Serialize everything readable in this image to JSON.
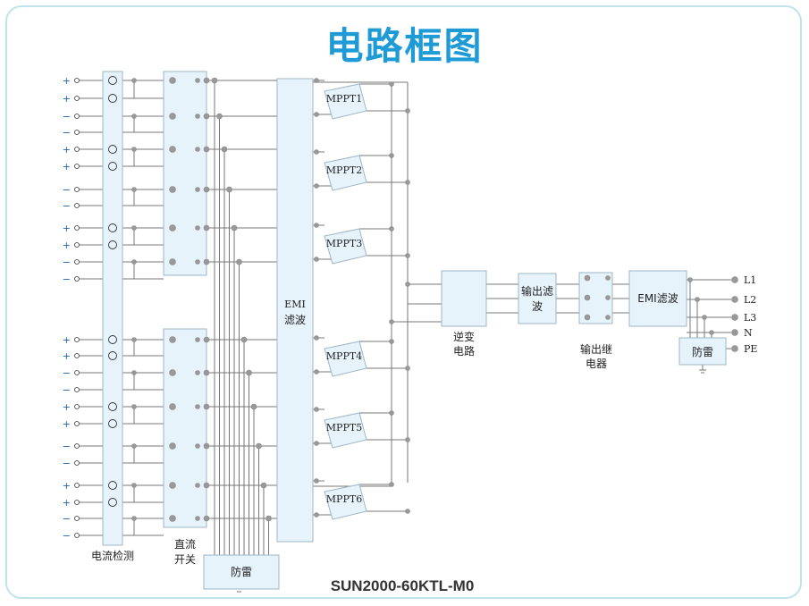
{
  "title": "电路框图",
  "model": "SUN2000-60KTL-M0",
  "labels": {
    "current_detect": "电流检测",
    "dc_switch_1": "直流",
    "dc_switch_2": "开关",
    "spd_bottom": "防雷",
    "emi_1": "EMI",
    "emi_2": "滤波",
    "inverter_1": "逆变",
    "inverter_2": "电路",
    "output_filter_1": "输出滤",
    "output_filter_2": "波",
    "relay_1": "输出继",
    "relay_2": "电器",
    "emi_ac": "EMI滤波",
    "spd_ac": "防雷"
  },
  "mppt": [
    "MPPT1",
    "MPPT2",
    "MPPT3",
    "MPPT4",
    "MPPT5",
    "MPPT6"
  ],
  "ac_outputs": [
    "L1",
    "L2",
    "L3",
    "N",
    "PE"
  ],
  "pv_polarity_top": [
    "+",
    "+",
    "−",
    "−",
    "+",
    "+",
    "−",
    "−",
    "+",
    "+",
    "−",
    "−"
  ],
  "pv_polarity_bottom": [
    "+",
    "+",
    "−",
    "−",
    "+",
    "+",
    "−",
    "−",
    "+",
    "+",
    "−",
    "−"
  ],
  "colors": {
    "title": "#1e9bd7",
    "frame": "#bfe3ea",
    "box_fill": "#e6f3fa",
    "box_stroke": "#9fb6c4",
    "line": "#777777",
    "dot": "#999999"
  }
}
